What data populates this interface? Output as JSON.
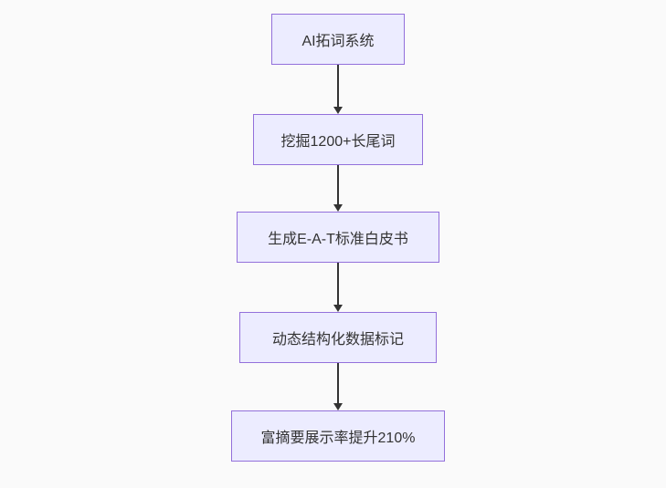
{
  "diagram": {
    "type": "flowchart",
    "direction": "top-down",
    "nodes": [
      {
        "id": "A",
        "label": "AI拓词系统"
      },
      {
        "id": "B",
        "label": "挖掘1200+长尾词"
      },
      {
        "id": "C",
        "label": "生成E-A-T标准白皮书"
      },
      {
        "id": "D",
        "label": "动态结构化数据标记"
      },
      {
        "id": "E",
        "label": "富摘要展示率提升210%"
      }
    ],
    "edges": [
      {
        "from": "A",
        "to": "B"
      },
      {
        "from": "B",
        "to": "C"
      },
      {
        "from": "C",
        "to": "D"
      },
      {
        "from": "D",
        "to": "E"
      }
    ],
    "colors": {
      "node_fill": "#ECECFF",
      "node_border": "#9370DB",
      "edge_line": "#333333",
      "text": "#333333",
      "background": "#FAFAFA"
    }
  }
}
